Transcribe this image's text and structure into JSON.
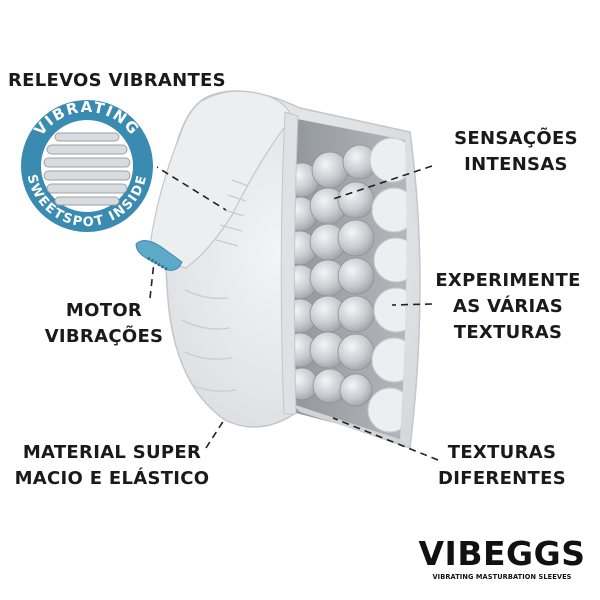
{
  "badge": {
    "top_text": "VIBRATING",
    "bottom_text": "SWEETSPOT INSIDE",
    "ring_color": "#3a8bb1"
  },
  "labels": {
    "relevos": "RELEVOS VIBRANTES",
    "sensacoes_l1": "SENSAÇÕES",
    "sensacoes_l2": "INTENSAS",
    "motor_l1": "MOTOR",
    "motor_l2": "VIBRAÇÕES",
    "experimente_l1": "EXPERIMENTE",
    "experimente_l2": "AS VÁRIAS",
    "experimente_l3": "TEXTURAS",
    "material_l1": "MATERIAL SUPER",
    "material_l2": "MACIO E ELÁSTICO",
    "texturas_l1": "TEXTURAS",
    "texturas_l2": "DIFERENTES"
  },
  "brand": {
    "name": "VIBEGGS",
    "tagline": "VIBRATING MASTURBATION SLEEVES"
  },
  "colors": {
    "text": "#1a1a1a",
    "product": "#e4e6e8",
    "accent": "#3a8bb1"
  }
}
